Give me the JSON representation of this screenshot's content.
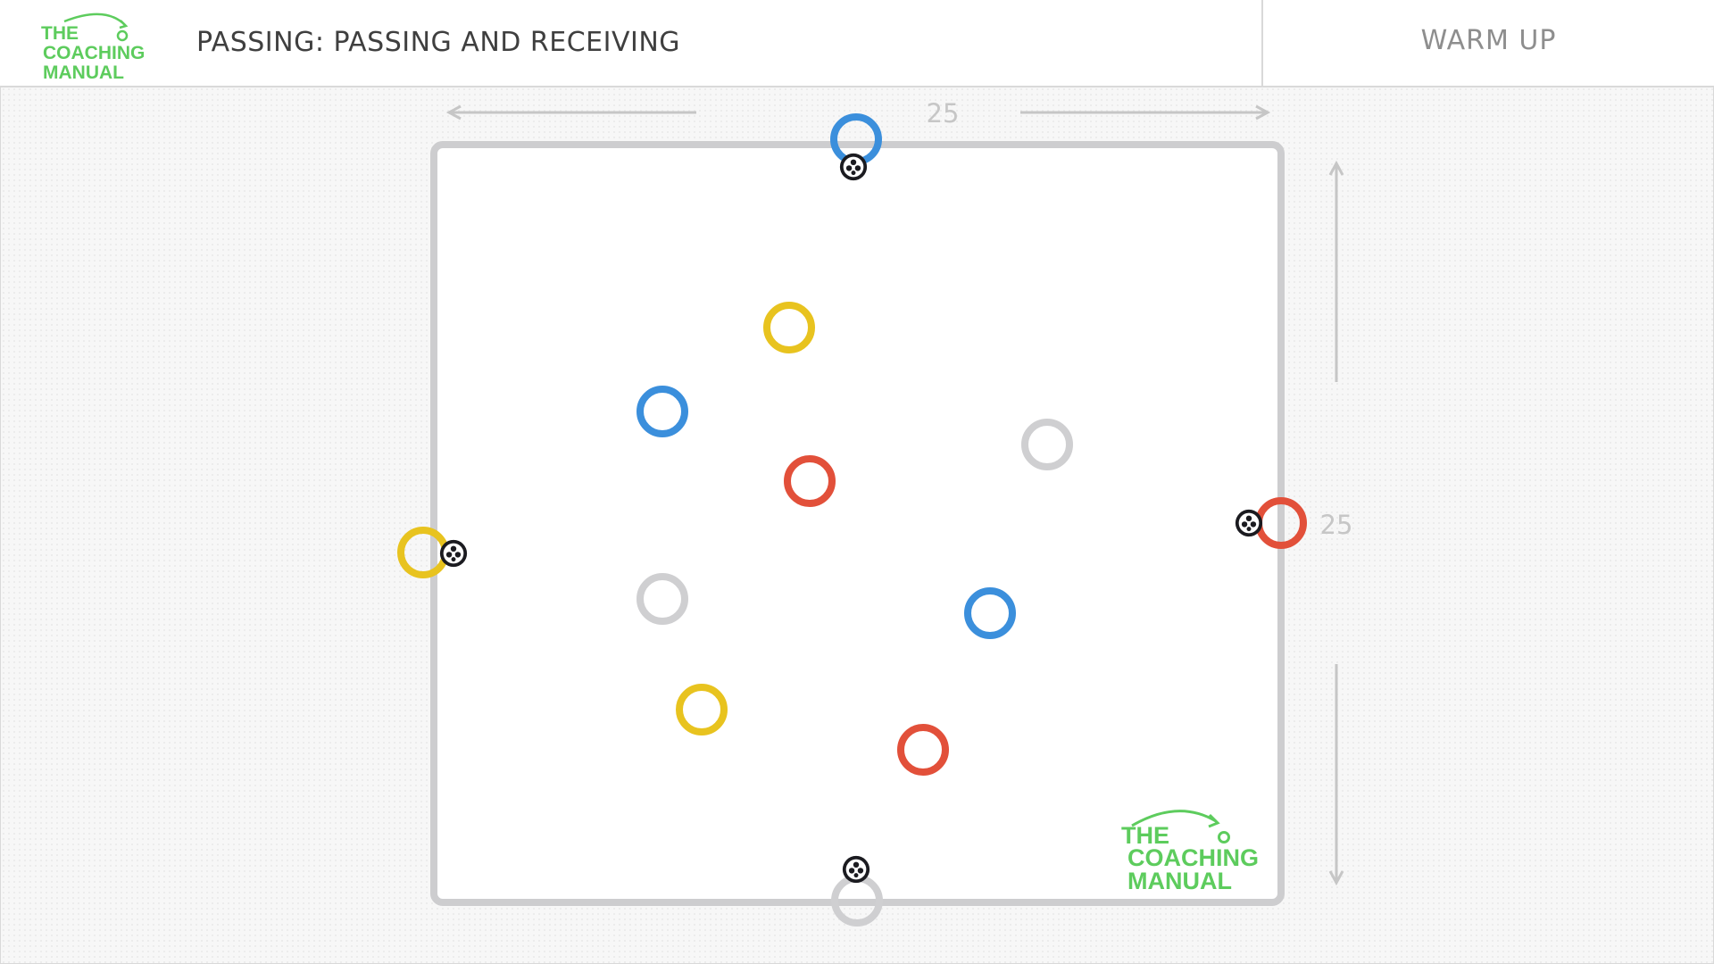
{
  "header": {
    "logo_lines": [
      "THE",
      "COACHING",
      "MANUAL"
    ],
    "title": "PASSING: PASSING AND RECEIVING",
    "phase": "WARM UP"
  },
  "dimensions": {
    "width_label": "25",
    "height_label": "25"
  },
  "watermark": {
    "lines": [
      "THE",
      "COACHING",
      "MANUAL"
    ]
  },
  "colors": {
    "blue": "#3b8fdc",
    "yellow": "#e8c31f",
    "red": "#e2503a",
    "grey": "#cfcfd1",
    "brand_green": "#5dcc5d",
    "pitch_line": "#cdcdcf"
  },
  "players": {
    "edge": [
      {
        "role": "server-top",
        "team": "blue",
        "has_ball": true
      },
      {
        "role": "server-left",
        "team": "yellow",
        "has_ball": true
      },
      {
        "role": "server-right",
        "team": "red",
        "has_ball": true
      },
      {
        "role": "server-bottom",
        "team": "grey",
        "has_ball": true
      }
    ],
    "inside": [
      {
        "team": "yellow"
      },
      {
        "team": "blue"
      },
      {
        "team": "red"
      },
      {
        "team": "grey"
      },
      {
        "team": "grey"
      },
      {
        "team": "blue"
      },
      {
        "team": "yellow"
      },
      {
        "team": "red"
      }
    ]
  }
}
